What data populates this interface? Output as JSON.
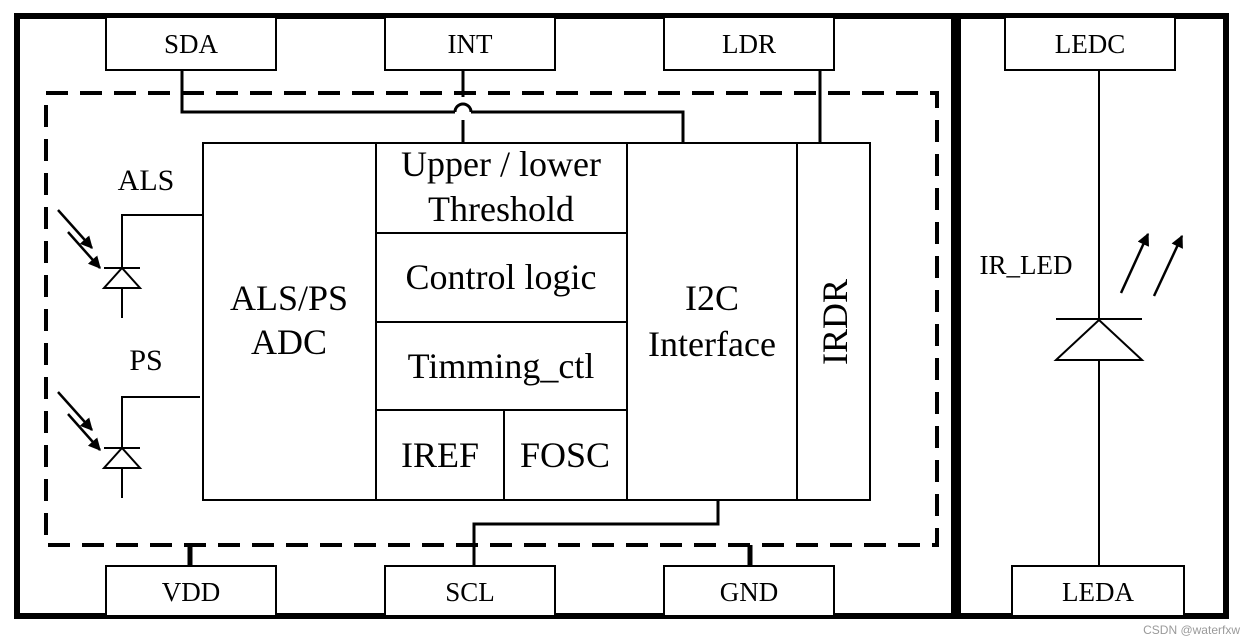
{
  "pins": {
    "sda": "SDA",
    "int": "INT",
    "ldr": "LDR",
    "ledc": "LEDC",
    "vdd": "VDD",
    "scl": "SCL",
    "gnd": "GND",
    "leda": "LEDA"
  },
  "sensors": {
    "als": "ALS",
    "ps": "PS"
  },
  "blocks": {
    "adc_line1": "ALS/PS",
    "adc_line2": "ADC",
    "threshold_line1": "Upper / lower",
    "threshold_line2": "Threshold",
    "control": "Control logic",
    "timing": "Timming_ctl",
    "iref": "IREF",
    "fosc": "FOSC",
    "i2c_line1": "I2C",
    "i2c_line2": "Interface",
    "irdr": "IRDR"
  },
  "led": {
    "label": "IR_LED"
  },
  "watermark": "CSDN @waterfxw"
}
